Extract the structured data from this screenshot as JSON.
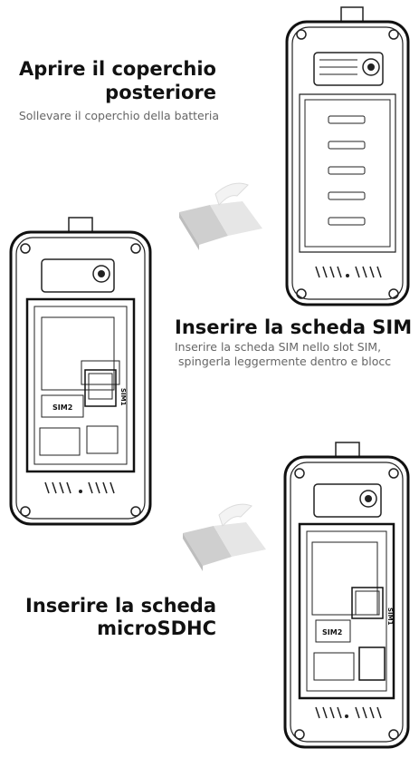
{
  "step1": {
    "title_line1": "Aprire il coperchio",
    "title_line2": "posteriore",
    "subtitle": "Sollevare il coperchio della batteria"
  },
  "step2": {
    "title": "Inserire la scheda SIM",
    "subtitle_line1": "Inserire la scheda SIM nello slot SIM,",
    "subtitle_line2": "spingerla leggermente dentro e blocc"
  },
  "step3": {
    "title_line1": "Inserire la scheda",
    "title_line2": "microSDHC"
  },
  "phone_labels": {
    "sim2": "SIM2",
    "sim1": "SIM1"
  }
}
